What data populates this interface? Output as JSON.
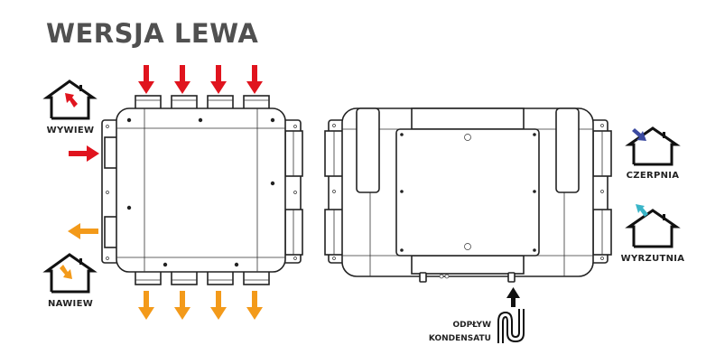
{
  "title": "WERSJA LEWA",
  "labels": {
    "wywiew": "WYWIEW",
    "nawiew": "NAWIEW",
    "czerpnia": "CZERPNIA",
    "wyrzutnia": "WYRZUTNIA",
    "condensate_line1": "ODPŁYW",
    "condensate_line2": "KONDENSATU"
  },
  "colors": {
    "extract_red": "#e0141e",
    "supply_orange": "#f39a1a",
    "intake_blue": "#3b4aa0",
    "exhaust_cyan": "#3ab5c8",
    "outline": "#222222",
    "title_gray": "#505050"
  }
}
